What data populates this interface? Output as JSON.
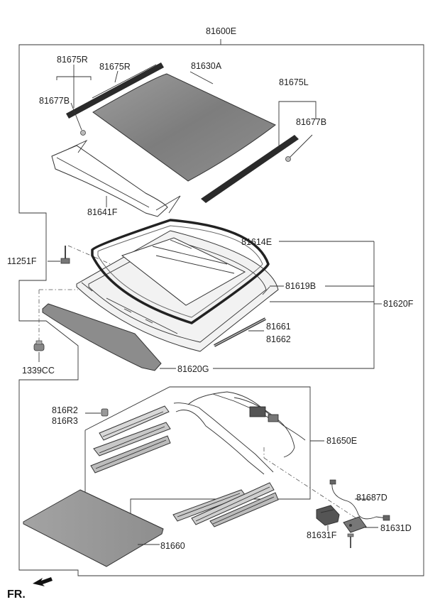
{
  "labels": {
    "assy": "81600E",
    "strip_r1": "81675R",
    "strip_r2": "81675R",
    "glass": "81630A",
    "clip_r": "81677B",
    "strip_l": "81675L",
    "clip_l": "81677B",
    "deflector": "81641F",
    "bolt": "11251F",
    "seal": "81614E",
    "frame": "81619B",
    "frame_assy": "81620F",
    "drain_a": "81661",
    "drain_b": "81662",
    "grommet": "1339CC",
    "panel": "81620G",
    "nut_a": "816R2",
    "nut_b": "816R3",
    "mechanism": "81650E",
    "harness": "81687D",
    "motor_f": "81631F",
    "motor_d": "81631D",
    "shade": "81660",
    "front": "FR."
  },
  "colors": {
    "glass": "#8a8a8a",
    "seal_strip": "#2a2a2a",
    "shade": "#9a9a9a",
    "panel": "#8c8c8c",
    "line": "#333333"
  }
}
